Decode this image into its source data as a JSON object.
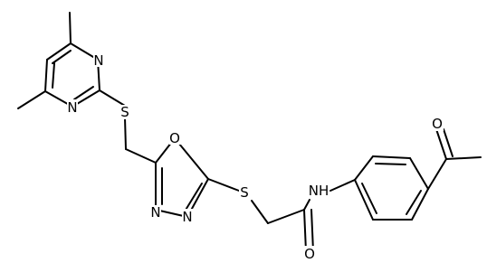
{
  "molecule": {
    "atom_labels": {
      "n_top": "N",
      "n_bottom": "N",
      "s_thioether_1": "S",
      "o_oxadiazole": "O",
      "n_oxadiazole_left": "N",
      "n_oxadiazole_right": "N",
      "s_thioether_2": "S",
      "nh_amide": "NH",
      "o_amide": "O",
      "o_acetyl": "O"
    }
  }
}
